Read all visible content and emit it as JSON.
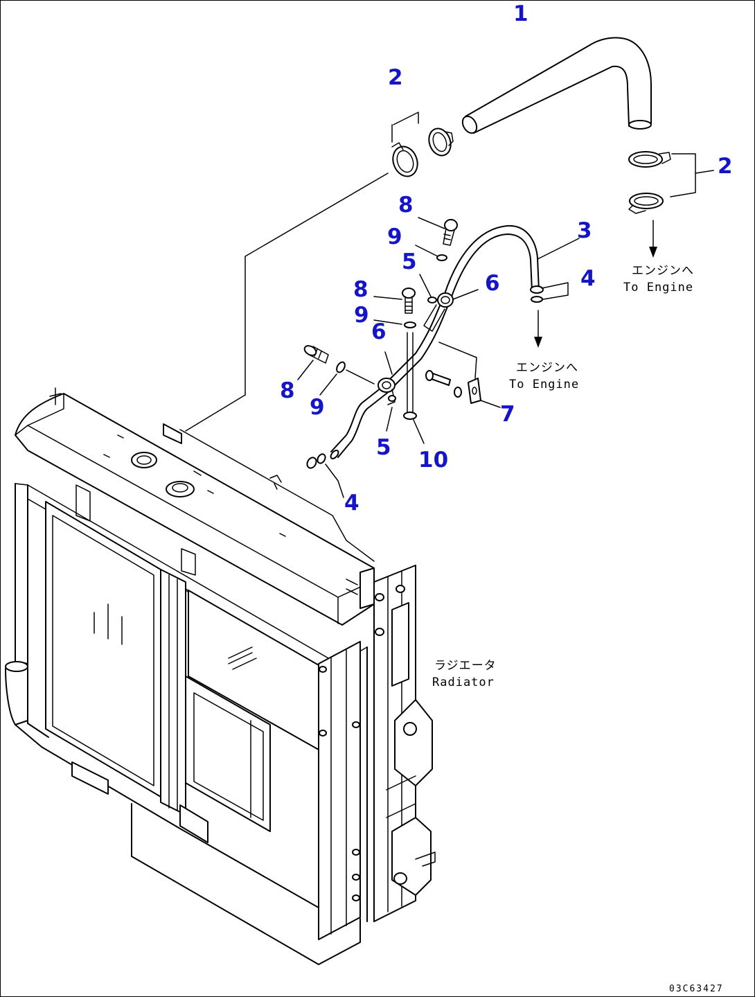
{
  "diagram": {
    "drawing_code": "03C63427",
    "callouts": [
      {
        "id": "callout-1-hose",
        "label": "1"
      },
      {
        "id": "callout-2-upper-clamps",
        "label": "2"
      },
      {
        "id": "callout-2-right-clamps",
        "label": "2"
      },
      {
        "id": "callout-3-pipe",
        "label": "3"
      },
      {
        "id": "callout-4-clip-right",
        "label": "4"
      },
      {
        "id": "callout-4-clip-lower",
        "label": "4"
      },
      {
        "id": "callout-5-upper",
        "label": "5"
      },
      {
        "id": "callout-5-lower",
        "label": "5"
      },
      {
        "id": "callout-6-upper",
        "label": "6"
      },
      {
        "id": "callout-6-lower",
        "label": "6"
      },
      {
        "id": "callout-7-bracket",
        "label": "7"
      },
      {
        "id": "callout-8-top",
        "label": "8"
      },
      {
        "id": "callout-8-mid",
        "label": "8"
      },
      {
        "id": "callout-8-left",
        "label": "8"
      },
      {
        "id": "callout-9-top",
        "label": "9"
      },
      {
        "id": "callout-9-mid",
        "label": "9"
      },
      {
        "id": "callout-9-left",
        "label": "9"
      },
      {
        "id": "callout-10-stay",
        "label": "10"
      }
    ],
    "notes": {
      "to_engine_upper_jp": "エンジンへ",
      "to_engine_upper_en": "To Engine",
      "to_engine_lower_jp": "エンジンへ",
      "to_engine_lower_en": "To Engine",
      "radiator_jp": "ラジエータ",
      "radiator_en": "Radiator"
    }
  }
}
